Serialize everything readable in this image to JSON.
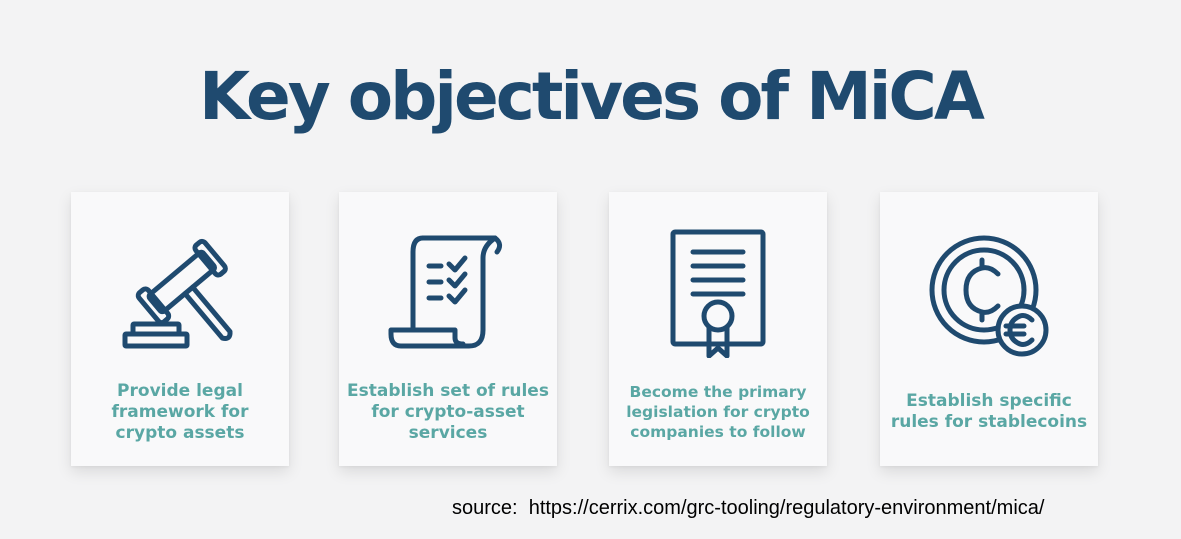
{
  "title": "Key objectives of MiCA",
  "colors": {
    "title": "#1f4a6f",
    "icon_stroke": "#1f4a6f",
    "label": "#5aa7a4",
    "card_bg": "#f9f9fa",
    "page_bg": "#f3f3f4"
  },
  "cards": [
    {
      "icon": "gavel-icon",
      "label": "Provide legal\nframework for\ncrypto assets"
    },
    {
      "icon": "checklist-scroll-icon",
      "label": "Establish set of rules\nfor crypto-asset\nservices"
    },
    {
      "icon": "certificate-icon",
      "label": "Become the primary\nlegislation for crypto\ncompanies to follow"
    },
    {
      "icon": "coin-euro-icon",
      "label": "Establish specific\nrules for stablecoins"
    }
  ],
  "source": "source:  https://cerrix.com/grc-tooling/regulatory-environment/mica/"
}
